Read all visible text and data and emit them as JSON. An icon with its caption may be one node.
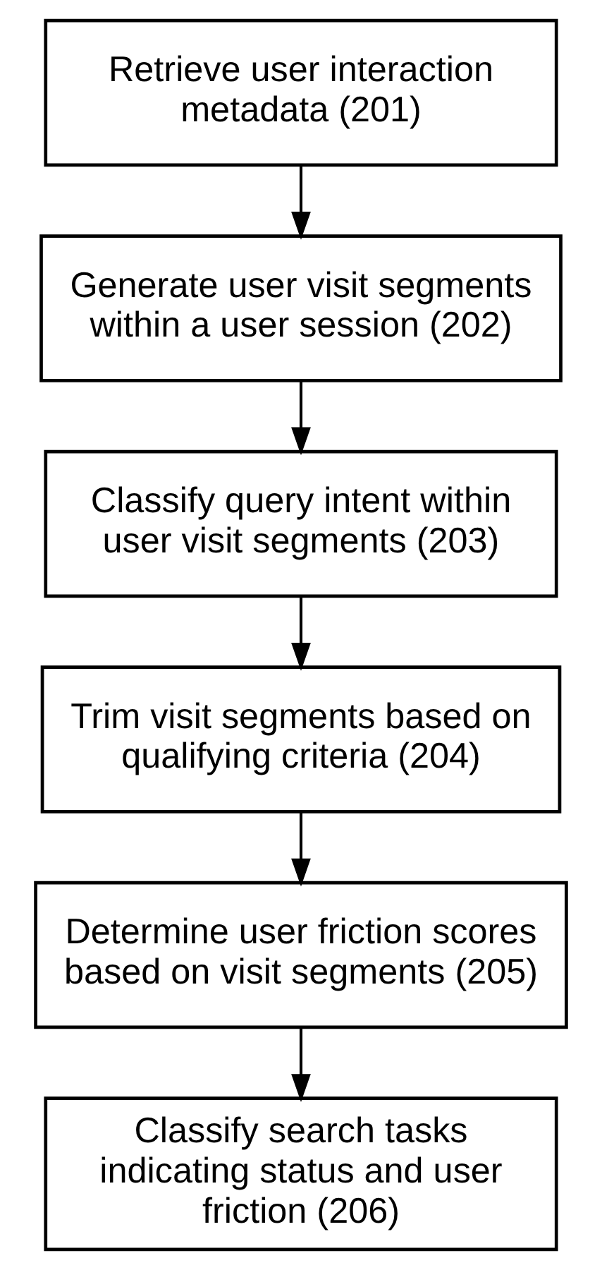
{
  "diagram": {
    "nodes": [
      {
        "text": [
          "Retrieve user interaction metadata (201)"
        ]
      },
      {
        "text": [
          "Generate user visit segments within a user session (202)"
        ]
      },
      {
        "text": [
          "Classify query intent within user visit segments (203)"
        ]
      },
      {
        "text": [
          "Trim visit segments based on qualifying criteria (204)"
        ]
      },
      {
        "text": [
          "Determine user friction scores based on visit segments (205)"
        ]
      },
      {
        "text": [
          "Classify search tasks indicating status and user friction (206)"
        ]
      }
    ],
    "edges": [
      {
        "from": 0,
        "to": 1,
        "arrow": "to"
      },
      {
        "from": 1,
        "to": 2,
        "arrow": "to"
      },
      {
        "from": 2,
        "to": 3,
        "arrow": "to"
      },
      {
        "from": 3,
        "to": 4,
        "arrow": "to"
      },
      {
        "from": 4,
        "to": 5,
        "arrow": "to"
      }
    ]
  }
}
